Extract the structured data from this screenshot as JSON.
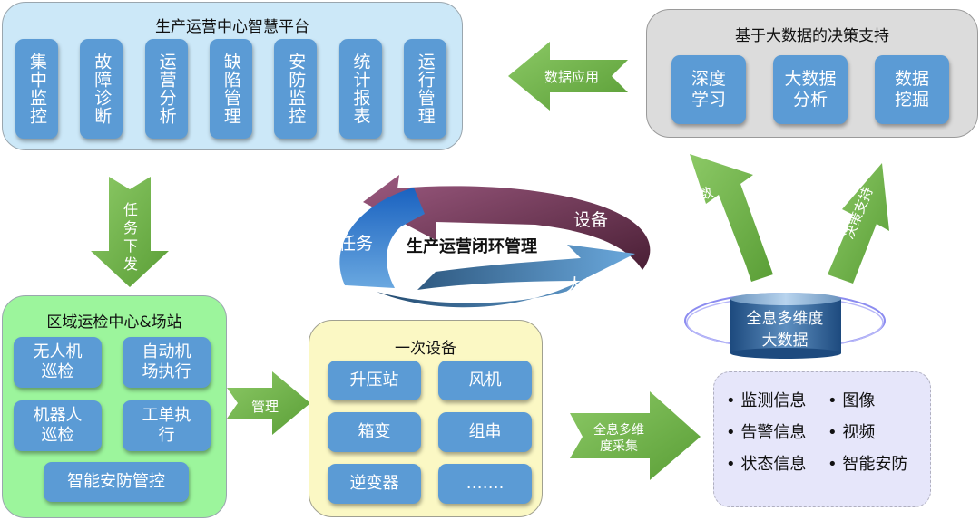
{
  "platform": {
    "title": "生产运营中心智慧平台",
    "modules": [
      "集中监控",
      "故障诊断",
      "运营分析",
      "缺陷管理",
      "安防监控",
      "统计报表",
      "运行管理"
    ]
  },
  "decision": {
    "title": "基于大数据的决策支持",
    "modules": [
      "深度\n学习",
      "大数据\n分析",
      "数据\n挖掘"
    ]
  },
  "arrows": {
    "data_application": "数据应用",
    "task_dispatch": "任务下发",
    "manage": "管理",
    "data_service": "数据服务",
    "decision_support": "决策支持",
    "collection": "全息多维\n度采集"
  },
  "cycle": {
    "title": "生产运营闭环管理",
    "task": "任务",
    "equipment": "设备",
    "personnel": "人员"
  },
  "regional": {
    "title": "区域运检中心&场站",
    "modules": [
      "无人机\n巡检",
      "自动机\n场执行",
      "机器人\n巡检",
      "工单执\n行",
      "智能安防管控"
    ]
  },
  "primary_equipment": {
    "title": "一次设备",
    "modules": [
      "升压站",
      "风机",
      "箱变",
      "组串",
      "逆变器",
      "……."
    ]
  },
  "bigdata": {
    "label": "全息多维度\n大数据"
  },
  "info": {
    "items": [
      "监测信息",
      "图像",
      "告警信息",
      "视频",
      "状态信息",
      "智能安防"
    ]
  },
  "colors": {
    "tile_blue": "#5b9bd5",
    "arrow_green": "#6ab04c",
    "platform_bg": "#cce8f8",
    "decision_bg": "#dcdcdc",
    "regional_bg": "#9cf59c",
    "equipment_bg": "#fbf8c4",
    "info_bg": "#e6e6fa",
    "cycle_purple": "#7a3a5e",
    "cycle_blue": "#2f6db5"
  }
}
